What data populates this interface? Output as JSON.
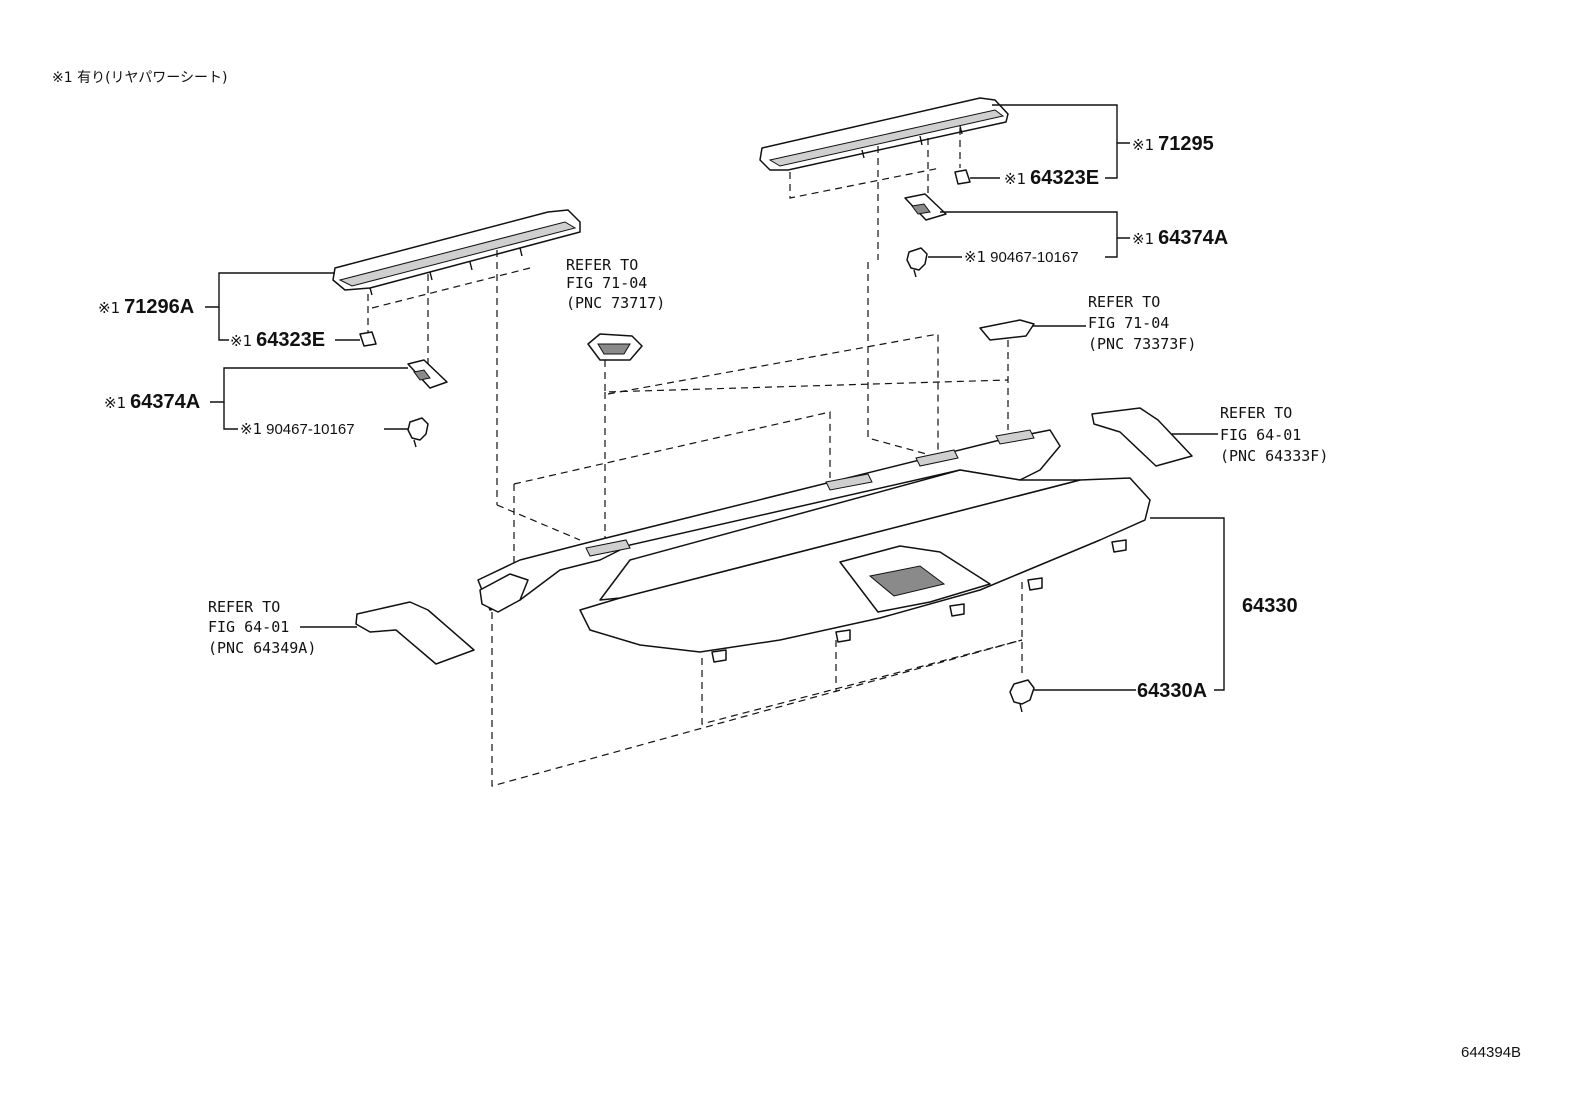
{
  "note": "※1 有り(リヤパワーシート)",
  "figure_id": "644394B",
  "left_group": {
    "trim": {
      "mark": "※1",
      "pn": "71296A"
    },
    "clip": {
      "mark": "※1",
      "pn": "64323E"
    },
    "bracket": {
      "mark": "※1",
      "pn": "64374A"
    },
    "screw": {
      "mark": "※1",
      "pn": "90467-10167"
    }
  },
  "right_group": {
    "trim": {
      "mark": "※1",
      "pn": "71295"
    },
    "clip": {
      "mark": "※1",
      "pn": "64323E"
    },
    "bracket": {
      "mark": "※1",
      "pn": "64374A"
    },
    "screw": {
      "mark": "※1",
      "pn": "90467-10167"
    }
  },
  "refs": {
    "fig71_a": {
      "line1": "REFER TO",
      "line2": "FIG 71-04",
      "line3": "(PNC 73717)"
    },
    "fig71_b": {
      "line1": "REFER TO",
      "line2": "FIG 71-04",
      "line3": "(PNC 73373F)"
    },
    "fig64_a": {
      "line1": "REFER TO",
      "line2": "FIG 64-01",
      "line3": "(PNC 64333F)"
    },
    "fig64_b": {
      "line1": "REFER TO",
      "line2": "FIG 64-01",
      "line3": "(PNC 64349A)"
    }
  },
  "main_parts": {
    "shelf": "64330",
    "clip": "64330A"
  }
}
